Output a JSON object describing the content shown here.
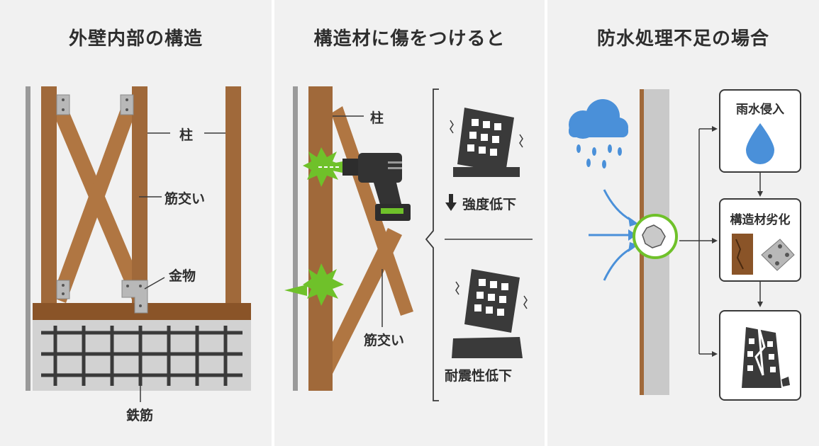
{
  "panel1": {
    "title": "外壁内部の構造",
    "labels": {
      "pillar": "柱",
      "brace": "筋交い",
      "hardware": "金物",
      "rebar": "鉄筋"
    }
  },
  "panel2": {
    "title": "構造材に傷をつけると",
    "labels": {
      "pillar": "柱",
      "brace": "筋交い",
      "strength": "強度低下",
      "seismic": "耐震性低下"
    }
  },
  "panel3": {
    "title": "防水処理不足の場合",
    "boxes": {
      "rain": "雨水侵入",
      "deterioration": "構造材劣化"
    }
  },
  "colors": {
    "wood": "#a0693a",
    "wood_dark": "#7a4a24",
    "concrete": "#cfcfcf",
    "green": "#6fc12a",
    "blue": "#4a90d9",
    "dark": "#3d3d3d"
  }
}
